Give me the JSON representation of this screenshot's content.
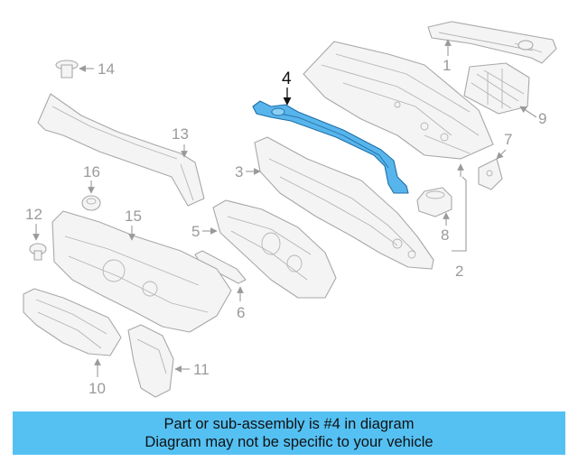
{
  "colors": {
    "banner_background": "#55c1f3",
    "highlight_part": "#58b5ec",
    "callout_text": "#9a9a9a",
    "highlight_callout_text": "#111111"
  },
  "diagram": {
    "highlighted_callout": "4",
    "callouts": {
      "c1": "1",
      "c2": "2",
      "c3": "3",
      "c4": "4",
      "c5": "5",
      "c6": "6",
      "c7": "7",
      "c8": "8",
      "c9": "9",
      "c10": "10",
      "c11": "11",
      "c12": "12",
      "c13": "13",
      "c14": "14",
      "c15": "15",
      "c16": "16"
    }
  },
  "banner": {
    "line1": "Part or sub-assembly is #4 in diagram",
    "line2": "Diagram may not be specific to your vehicle"
  }
}
